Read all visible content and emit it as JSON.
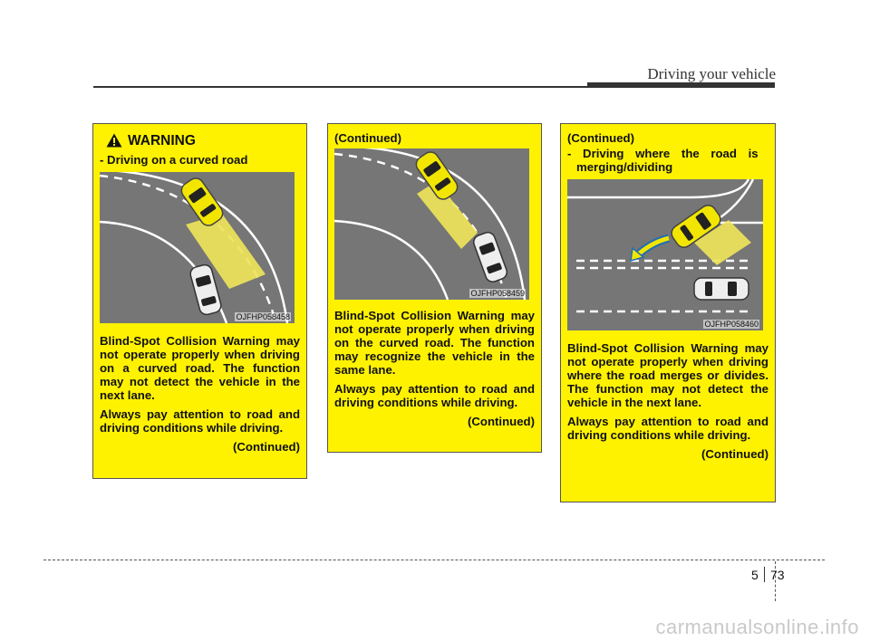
{
  "header": {
    "title": "Driving your vehicle"
  },
  "panel1": {
    "warning_title": "WARNING",
    "bullet": "- Driving on a curved road",
    "figure_code": "OJFHP058458",
    "para1": "Blind-Spot Collision Warning may not operate properly when driving on a curved road. The function may not detect the vehicle in the next lane.",
    "para2": "Always pay attention to road and driving conditions while driving.",
    "continued": "(Continued)"
  },
  "panel2": {
    "continued_top": "(Continued)",
    "figure_code": "OJFHP058459",
    "para1": "Blind-Spot Collision Warning may not operate properly when driving on the curved road. The function may recognize the vehicle in the same lane.",
    "para2": "Always pay attention to road and driving conditions while driving.",
    "continued": "(Continued)"
  },
  "panel3": {
    "continued_top": "(Continued)",
    "bullet_line1": "- Driving where the road is",
    "bullet_line2": "merging/dividing",
    "figure_code": "OJFHP058460",
    "para1": "Blind-Spot Collision Warning may not operate properly when driving where the road merges or divides. The function may not detect the vehicle in the next lane.",
    "para2": "Always pay attention to road and driving conditions while driving.",
    "continued": "(Continued)"
  },
  "footer": {
    "section": "5",
    "page": "73"
  },
  "watermark": "carmanualsonline.info",
  "colors": {
    "panel_bg": "#fff200",
    "road": "#767676",
    "ego_car": "#f2e600",
    "detection_zone": "#eee45a"
  }
}
